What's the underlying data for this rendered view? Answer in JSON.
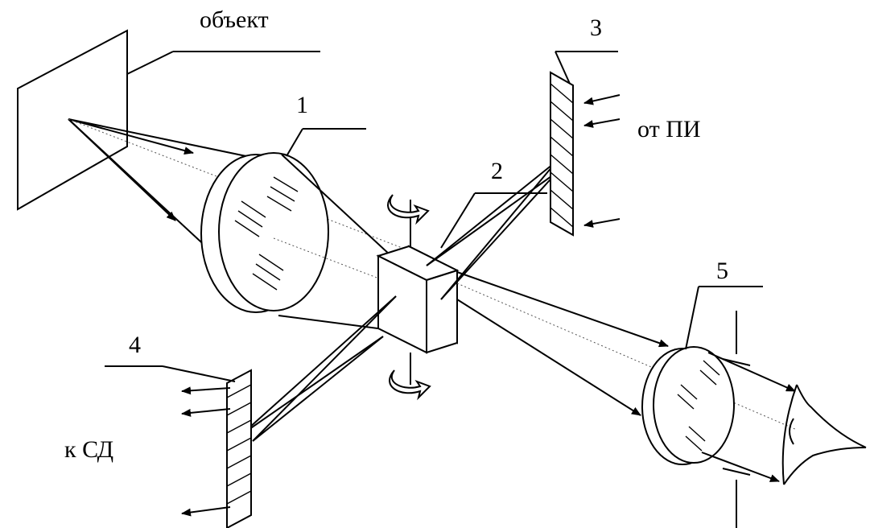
{
  "labels": {
    "object": "объект",
    "from_pi": "от ПИ",
    "to_sd": "к СД"
  },
  "callouts": {
    "n1": "1",
    "n2": "2",
    "n3": "3",
    "n4": "4",
    "n5": "5"
  }
}
